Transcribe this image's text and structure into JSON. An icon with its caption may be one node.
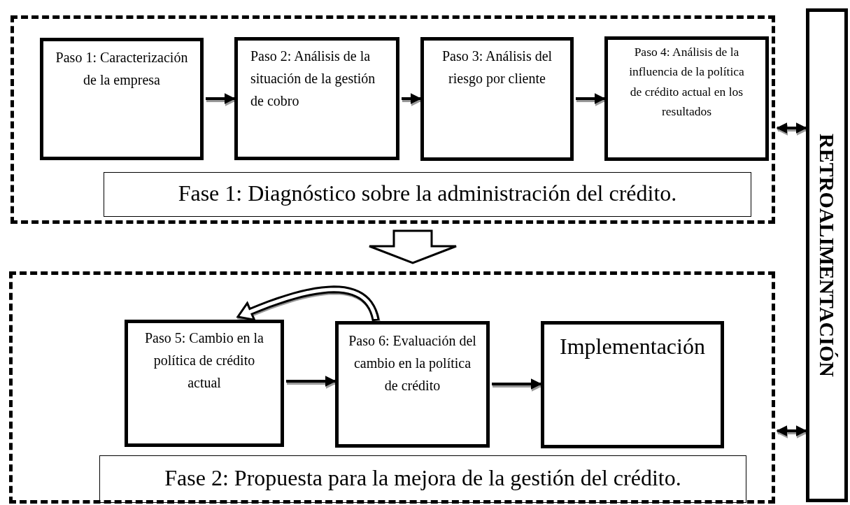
{
  "diagram": {
    "nodes": [
      {
        "text": [],
        "shape": "box"
      },
      {
        "text": [
          "Paso 1: Caracterización de la empresa"
        ],
        "in": 0
      },
      {
        "text": [
          "Paso 2: Análisis de la situación de la gestión de cobro"
        ],
        "in": 0
      },
      {
        "text": [
          "Paso 3: Análisis del riesgo por cliente"
        ],
        "in": 0
      },
      {
        "text": [
          "Paso 4: Análisis de la influencia de la política de crédito actual en los resultados"
        ],
        "in": 0
      },
      {
        "text": [
          "Fase 1: Diagnóstico sobre la administración del crédito."
        ],
        "in": 0
      },
      {
        "text": [],
        "shape": "box"
      },
      {
        "text": [
          "Paso 5: Cambio en la política de crédito actual"
        ],
        "in": 6
      },
      {
        "text": [
          "Paso 6: Evaluación del cambio en la política de crédito"
        ],
        "in": 6
      },
      {
        "text": [
          "Implementación"
        ],
        "in": 6
      },
      {
        "text": [
          "Fase 2: Propuesta para la mejora de la gestión del crédito."
        ],
        "in": 6
      },
      {
        "text": [
          "RETROALIMENTACIÓN"
        ]
      }
    ],
    "edges": [
      {
        "from": 1,
        "to": 2,
        "arrow": "to"
      },
      {
        "from": 2,
        "to": 3,
        "arrow": "to"
      },
      {
        "from": 3,
        "to": 4,
        "arrow": "to"
      },
      {
        "from": 0,
        "to": 6,
        "arrow": "to",
        "style": "thick"
      },
      {
        "from": 7,
        "to": 8,
        "arrow": "to"
      },
      {
        "from": 8,
        "to": 7,
        "arrow": "to",
        "style": "thick"
      },
      {
        "from": 8,
        "to": 9,
        "arrow": "to"
      },
      {
        "from": 0,
        "to": 11,
        "arrow": "both"
      },
      {
        "from": 6,
        "to": 11,
        "arrow": "both"
      }
    ]
  }
}
